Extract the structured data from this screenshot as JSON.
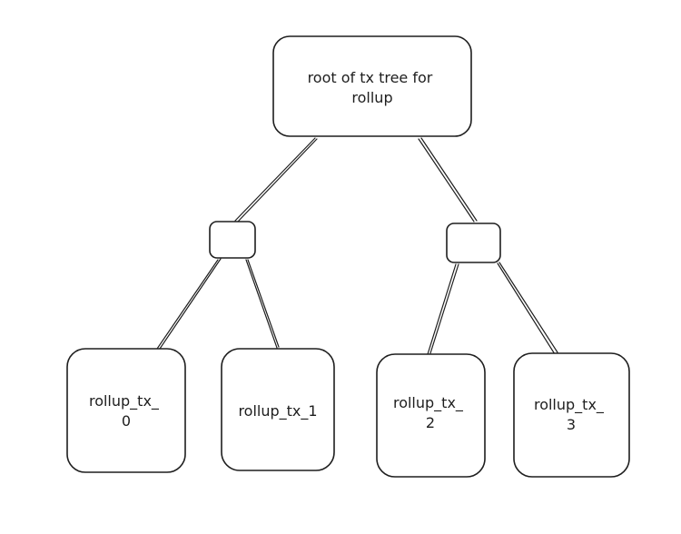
{
  "diagram": {
    "root": {
      "lines": [
        "root of tx tree for",
        "rollup"
      ]
    },
    "leaves": [
      {
        "lines": [
          "rollup_tx_",
          "0"
        ]
      },
      {
        "lines": [
          "rollup_tx_1"
        ]
      },
      {
        "lines": [
          "rollup_tx_",
          "2"
        ]
      },
      {
        "lines": [
          "rollup_tx_",
          "3"
        ]
      }
    ]
  },
  "colors": {
    "stroke": "#1e1e1e",
    "background": "#ffffff"
  }
}
